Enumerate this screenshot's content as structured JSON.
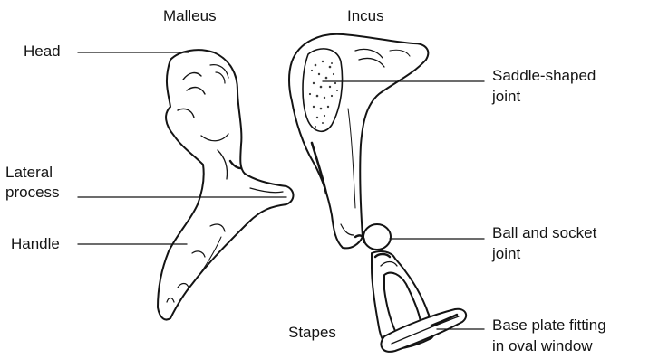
{
  "bones": {
    "malleus": "Malleus",
    "incus": "Incus",
    "stapes": "Stapes"
  },
  "labels": {
    "head": "Head",
    "lateral_process": [
      "Lateral",
      "process"
    ],
    "handle": "Handle",
    "saddle_joint": [
      "Saddle-shaped",
      "joint"
    ],
    "ball_socket_joint": [
      "Ball and socket",
      "joint"
    ],
    "base_plate": [
      "Base plate fitting",
      "in oval window"
    ]
  },
  "colors": {
    "ink": "#141414",
    "fill": "#ffffff",
    "shade": "#3a3a3a"
  }
}
